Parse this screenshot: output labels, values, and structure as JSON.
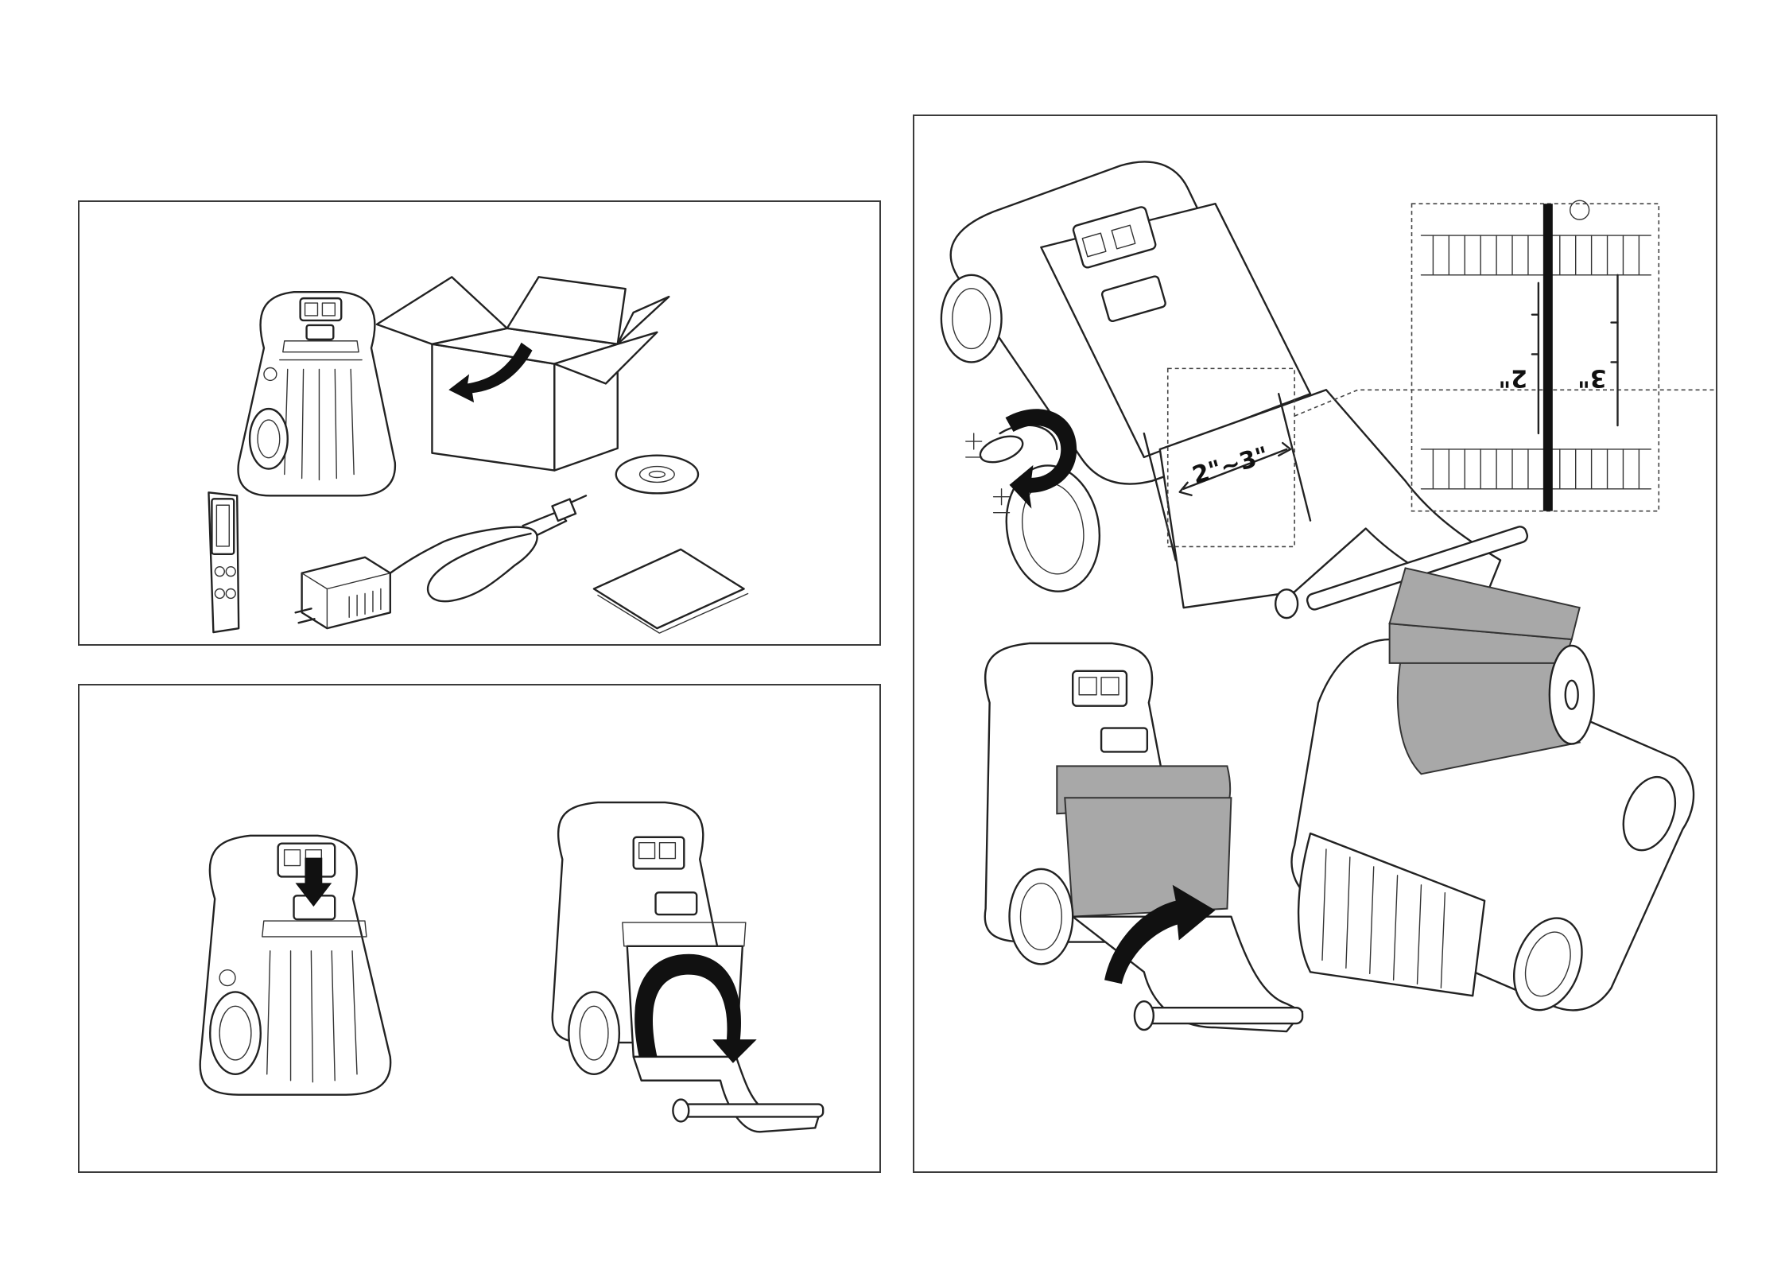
{
  "panels": {
    "unbox": {
      "name": "package-contents"
    },
    "open": {
      "name": "open-cover"
    },
    "load": {
      "name": "load-paper",
      "width_range_label": "2\"~3\"",
      "guide_label_2": "2\"",
      "guide_label_3": "3\""
    }
  },
  "colors": {
    "line": "#222222",
    "paper_roll": "#a8a8a8",
    "arrow": "#111111",
    "border": "#3a3a3a"
  }
}
